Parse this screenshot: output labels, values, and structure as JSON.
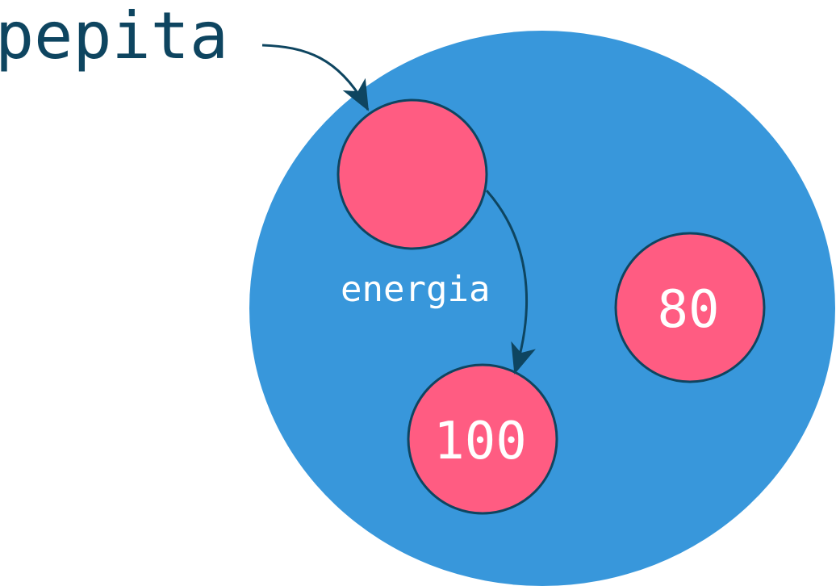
{
  "diagram": {
    "variable_name": "pepita",
    "reference_label": "energia",
    "values": {
      "current": "100",
      "other": "80"
    }
  },
  "colors": {
    "background": "#ffffff",
    "environment": "#3897DB",
    "object": "#FF5C82",
    "stroke": "#0E4560",
    "variable_text": "#0E4560",
    "value_text": "#ffffff"
  }
}
